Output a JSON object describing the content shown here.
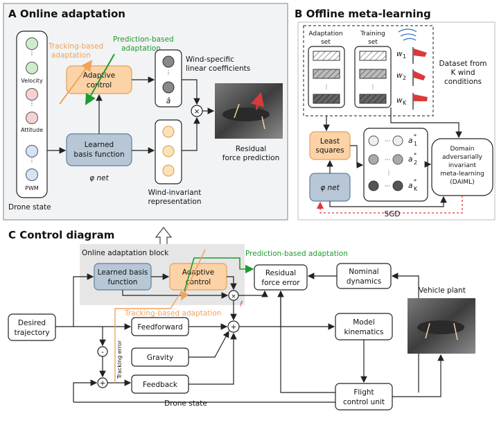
{
  "panelA": {
    "title": "A Online adaptation",
    "drone_state": "Drone state",
    "velocity": "Velocity",
    "attitude": "Attitude",
    "pwm": "PWM",
    "tracking_adapt_1": "Tracking-based",
    "tracking_adapt_2": "adaptation",
    "prediction_adapt_1": "Prediction-based",
    "prediction_adapt_2": "adaptation",
    "adaptive_control_1": "Adaptive",
    "adaptive_control_2": "control",
    "learned_basis_1": "Learned",
    "learned_basis_2": "basis function",
    "phi_net": "φ net",
    "wind_specific_1": "Wind-specific",
    "wind_specific_2": "linear coefficients",
    "a_hat": "â",
    "wind_invariant_1": "Wind-invariant",
    "wind_invariant_2": "representation",
    "residual_1": "Residual",
    "residual_2": "force prediction"
  },
  "panelB": {
    "title": "B Offline meta-learning",
    "adaptation_set_1": "Adaptation",
    "adaptation_set_2": "set",
    "training_set_1": "Training",
    "training_set_2": "set",
    "w1": "w",
    "w1_sub": "1",
    "w2": "w",
    "w2_sub": "2",
    "wk": "w",
    "wk_sub": "K",
    "dataset_1": "Dataset from",
    "dataset_2": "K wind",
    "dataset_3": "conditions",
    "least_1": "Least",
    "least_2": "squares",
    "phi_net": "φ net",
    "a1": "a",
    "a1_sub": "1",
    "a2": "a",
    "a2_sub": "2",
    "ak": "a",
    "ak_sub": "K",
    "star": "*",
    "daiml_1": "Domain",
    "daiml_2": "adversarially",
    "daiml_3": "invariant",
    "daiml_4": "meta-learning",
    "daiml_5": "(DAIML)",
    "sgd": "SGD"
  },
  "panelC": {
    "title": "C Control diagram",
    "online_block": "Online adaptation block",
    "learned_1": "Learned basis",
    "learned_2": "function",
    "adaptive_1": "Adaptive",
    "adaptive_2": "control",
    "prediction_adapt": "Prediction-based adaptation",
    "tracking_adapt": "Tracking-based adaptation",
    "residual_1": "Residual",
    "residual_2": "force error",
    "nominal_1": "Nominal",
    "nominal_2": "dynamics",
    "vehicle_plant": "Vehicle plant",
    "desired_1": "Desired",
    "desired_2": "trajectory",
    "feedforward": "Feedforward",
    "gravity": "Gravity",
    "feedback": "Feedback",
    "tracking_error": "Tracking error",
    "model_1": "Model",
    "model_2": "kinematics",
    "flight_1": "Flight",
    "flight_2": "control unit",
    "drone_state": "Drone state",
    "f_hat": "f̂",
    "minus": "-",
    "plus": "+",
    "times": "×"
  },
  "colors": {
    "orange_box": "#fbd3a6",
    "orange_border": "#e2a05b",
    "blue_box": "#b7c7d6",
    "blue_border": "#5f7d98",
    "green": "#1f9a2e",
    "orange": "#f0a45a",
    "red": "#d93a3a",
    "panel_bg": "#f1f3f5"
  }
}
